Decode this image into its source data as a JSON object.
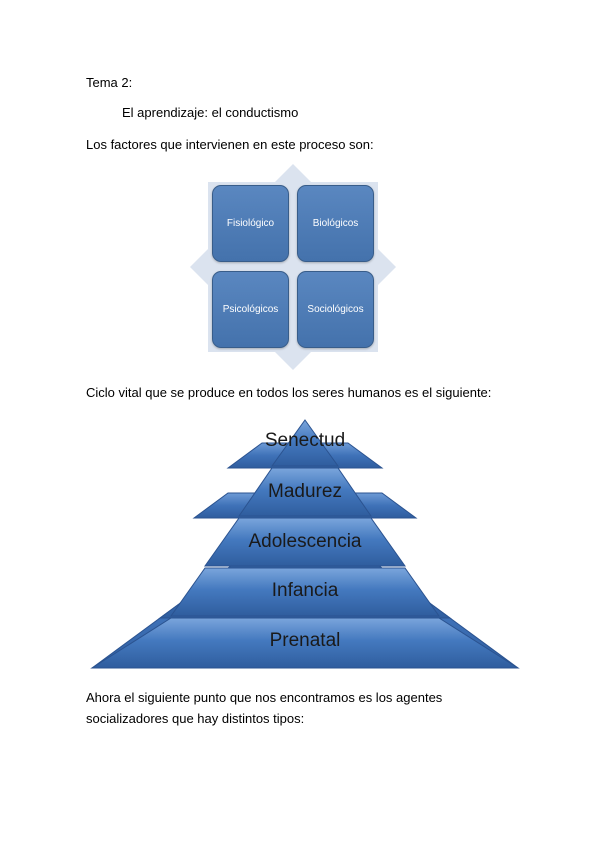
{
  "heading": "Tema 2:",
  "subheading": "El aprendizaje: el conductismo",
  "intro": "Los factores que intervienen en este proceso son:",
  "factors": {
    "top_left": "Fisiológico",
    "top_right": "Biológicos",
    "bottom_left": "Psicológicos",
    "bottom_right": "Sociológicos"
  },
  "colors": {
    "box": "#4f81bd",
    "arrow": "#dbe3ef"
  },
  "cycle_intro": "Ciclo vital que se produce en todos los seres humanos es el siguiente:",
  "pyramid_levels": [
    "Senectud",
    "Madurez",
    "Adolescencia",
    "Infancia",
    "Prenatal"
  ],
  "closing_line1": "Ahora el siguiente punto que nos encontramos es los agentes",
  "closing_line2": "socializadores que hay distintos tipos:"
}
